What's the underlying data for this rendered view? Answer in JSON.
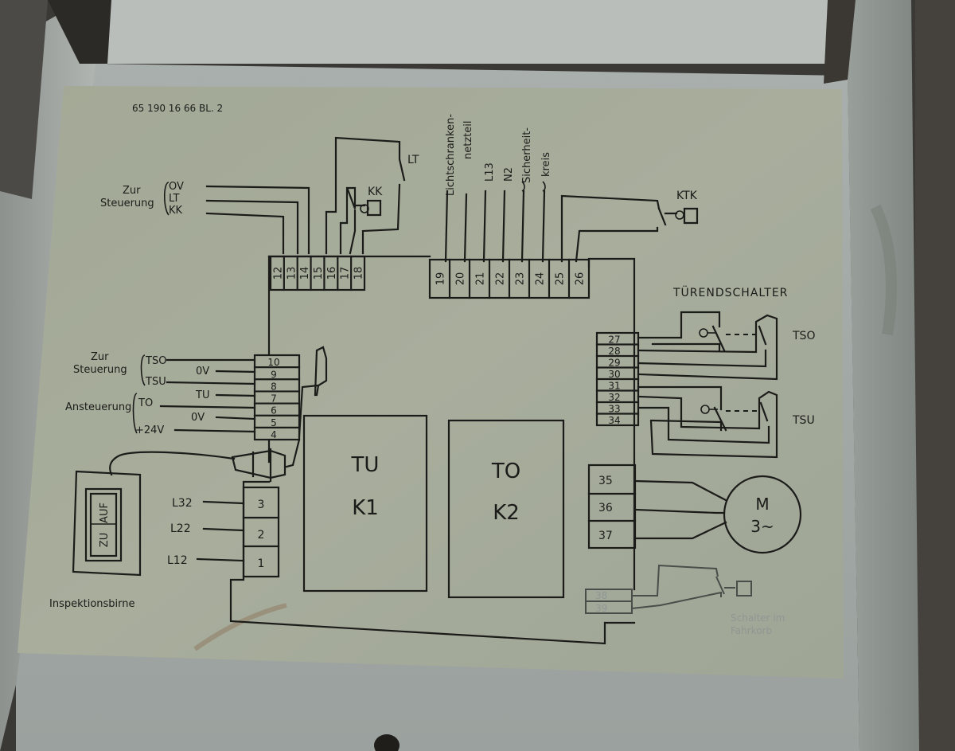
{
  "doc_number": "65 190 16 66  BL. 2",
  "controller_labels": {
    "zur": "Zur",
    "steuerung": "Steuerung",
    "lines": [
      "OV",
      "LT",
      "KK"
    ]
  },
  "top_switches": {
    "lt": "LT",
    "kk": "KK",
    "ktk": "KTK"
  },
  "top_terminals": [
    "12",
    "13",
    "14",
    "15",
    "16",
    "17",
    "18"
  ],
  "right_top_terminals": [
    "19",
    "20",
    "21",
    "22",
    "23",
    "24",
    "25",
    "26"
  ],
  "vertical_labels": {
    "lichtschranken": "Lichtschranken-",
    "netzteil": "netzteil",
    "l13": "L13",
    "n2": "N2",
    "sicherheit": "Sicherheit-",
    "kreis": "kreis"
  },
  "tuerendschalter": "TÜRENDSCHALTER",
  "door_switches": {
    "top": "TSO",
    "bottom": "TSU"
  },
  "right_terminals": [
    "27",
    "28",
    "29",
    "30",
    "31",
    "32",
    "33",
    "34"
  ],
  "left_terminals": [
    "10",
    "9",
    "8",
    "7",
    "6",
    "5",
    "4"
  ],
  "left_labels": {
    "zur": "Zur",
    "steuerung": "Steuerung",
    "tso": "TSO",
    "tsu": "TSU",
    "ov_1": "0V",
    "tu": "TU",
    "ansteuerung": "Ansteuerung",
    "to": "TO",
    "ov_2": "0V",
    "plus24v": "+24V"
  },
  "contactors": [
    {
      "line1": "TU",
      "line2": "K1"
    },
    {
      "line1": "TO",
      "line2": "K2"
    }
  ],
  "motor_terminals": [
    "35",
    "36",
    "37"
  ],
  "motor": {
    "letter": "M",
    "phase": "3~"
  },
  "phase_inputs": [
    {
      "label": "L32",
      "terminal": "3"
    },
    {
      "label": "L22",
      "terminal": "2"
    },
    {
      "label": "L12",
      "terminal": "1"
    }
  ],
  "inspection_lamp": {
    "caption": "Inspektionsbirne",
    "switch_top": "AUF",
    "switch_bottom": "ZU"
  },
  "bottom_terminals": [
    "38",
    "39"
  ],
  "bottom_caption": {
    "line1": "Schalter im",
    "line2": "Fahrkorb"
  }
}
